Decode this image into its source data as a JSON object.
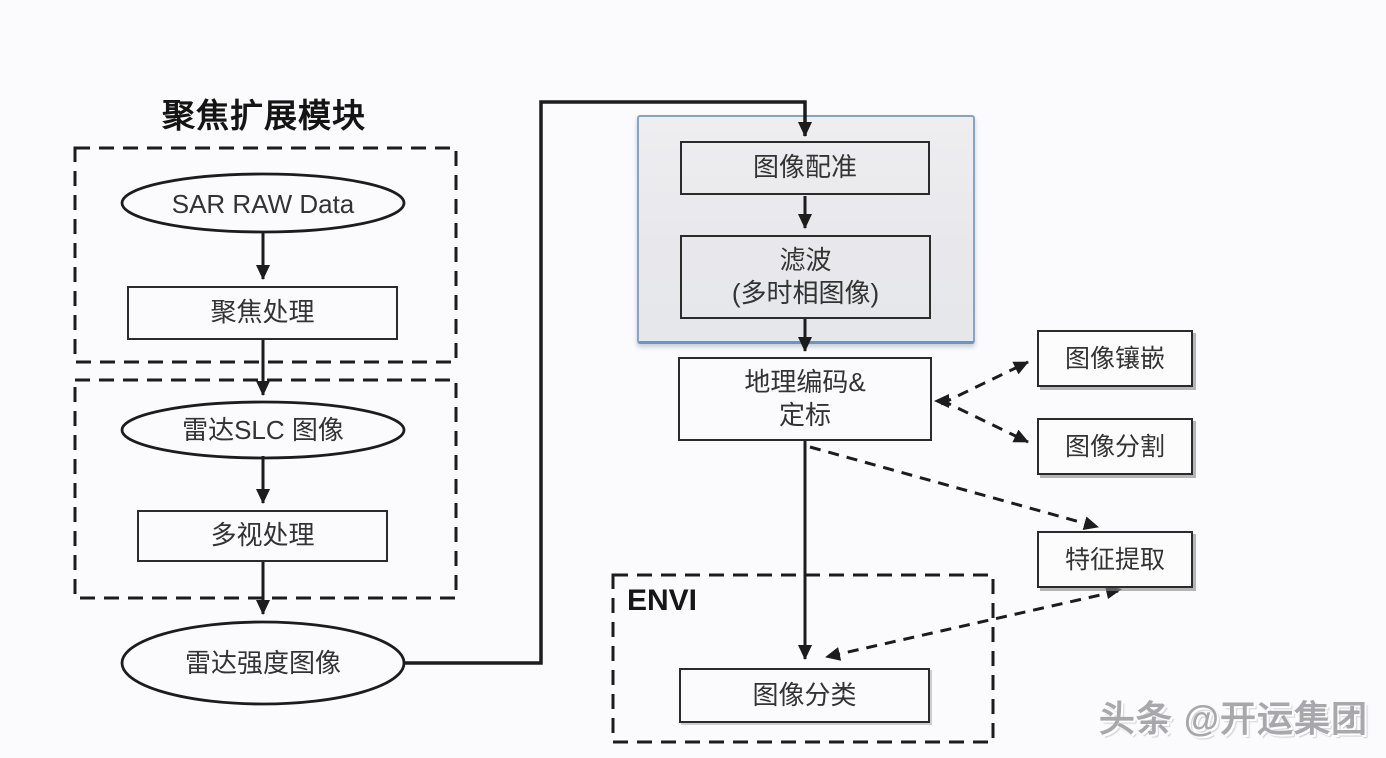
{
  "diagram": {
    "title": "聚焦扩展模块",
    "focus_module": {
      "input_ellipse": "SAR RAW Data",
      "process_box": "聚焦处理"
    },
    "multilook_module": {
      "input_ellipse": "雷达SLC 图像",
      "process_box": "多视处理"
    },
    "intensity_ellipse": "雷达强度图像",
    "preprocess_panel": {
      "step1": "图像配准",
      "step2_line1": "滤波",
      "step2_line2": "(多时相图像)"
    },
    "geocode_box": {
      "line1": "地理编码&",
      "line2": "定标"
    },
    "side_boxes": {
      "mosaic": "图像镶嵌",
      "segmentation": "图像分割",
      "feature_extraction": "特征提取"
    },
    "envi_group": {
      "label": "ENVI",
      "classification_box": "图像分类"
    },
    "watermark": "头条 @开运集团",
    "colors": {
      "background": "#fbfafc",
      "line": "#1c1c1c",
      "panel_fill": "#e9e9ec",
      "panel_border": "#7e9ab9",
      "node_border": "#2b2b2b",
      "watermark_gray": "#a8a8ac"
    }
  }
}
